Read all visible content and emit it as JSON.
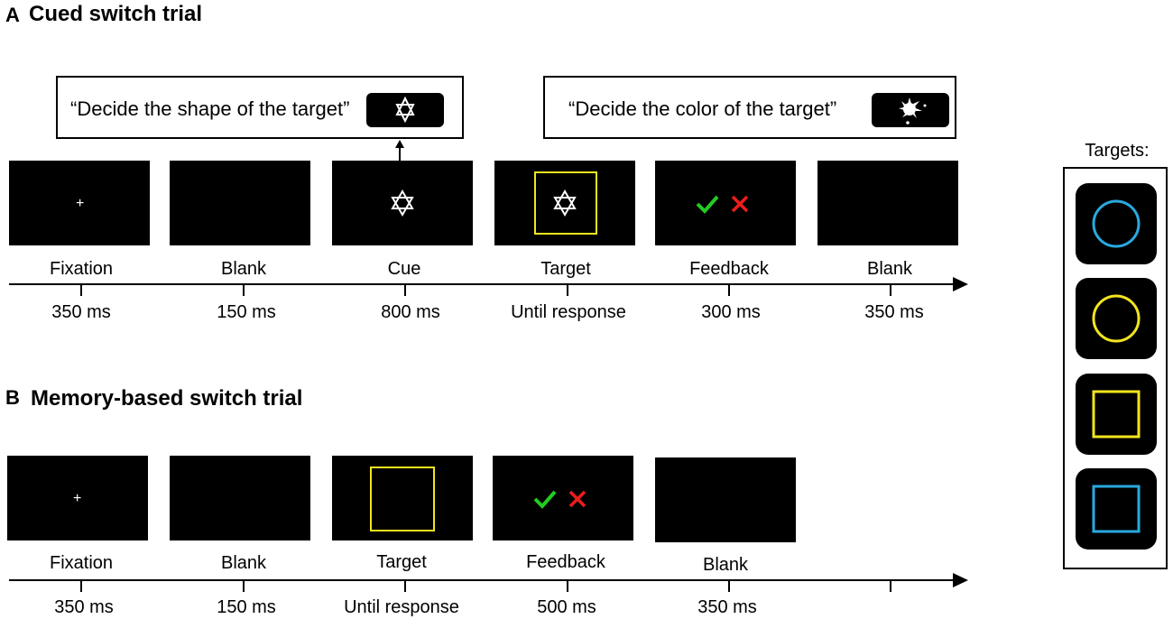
{
  "panel_a": {
    "letter": "A",
    "title": "Cued switch trial",
    "cue_shape_text": "“Decide the shape of the target”",
    "cue_color_text": "“Decide the color of the target”",
    "cue_shape_icon": "hexagram-icon",
    "cue_color_icon": "paint-splat-icon",
    "events": [
      {
        "label": "Fixation",
        "duration": "350 ms"
      },
      {
        "label": "Blank",
        "duration": "150 ms"
      },
      {
        "label": "Cue",
        "duration": "800 ms"
      },
      {
        "label": "Target",
        "duration": "Until response"
      },
      {
        "label": "Feedback",
        "duration": "300 ms"
      },
      {
        "label": "Blank",
        "duration": "350 ms"
      }
    ]
  },
  "panel_b": {
    "letter": "B",
    "title": "Memory-based switch trial",
    "events": [
      {
        "label": "Fixation",
        "duration": "350 ms"
      },
      {
        "label": "Blank",
        "duration": "150 ms"
      },
      {
        "label": "Target",
        "duration": "Until response"
      },
      {
        "label": "Feedback",
        "duration": "500 ms"
      },
      {
        "label": "Blank",
        "duration": "350 ms"
      }
    ]
  },
  "targets": {
    "title": "Targets:",
    "items": [
      {
        "shape": "circle",
        "color": "#29a9e0"
      },
      {
        "shape": "circle",
        "color": "#f2e51d"
      },
      {
        "shape": "square",
        "color": "#f2e51d"
      },
      {
        "shape": "square",
        "color": "#29a9e0"
      }
    ]
  },
  "colors": {
    "screen": "#000000",
    "yellow": "#f2e51d",
    "blue": "#29a9e0",
    "correct_green": "#22cc22",
    "wrong_red": "#ee1c1c"
  }
}
